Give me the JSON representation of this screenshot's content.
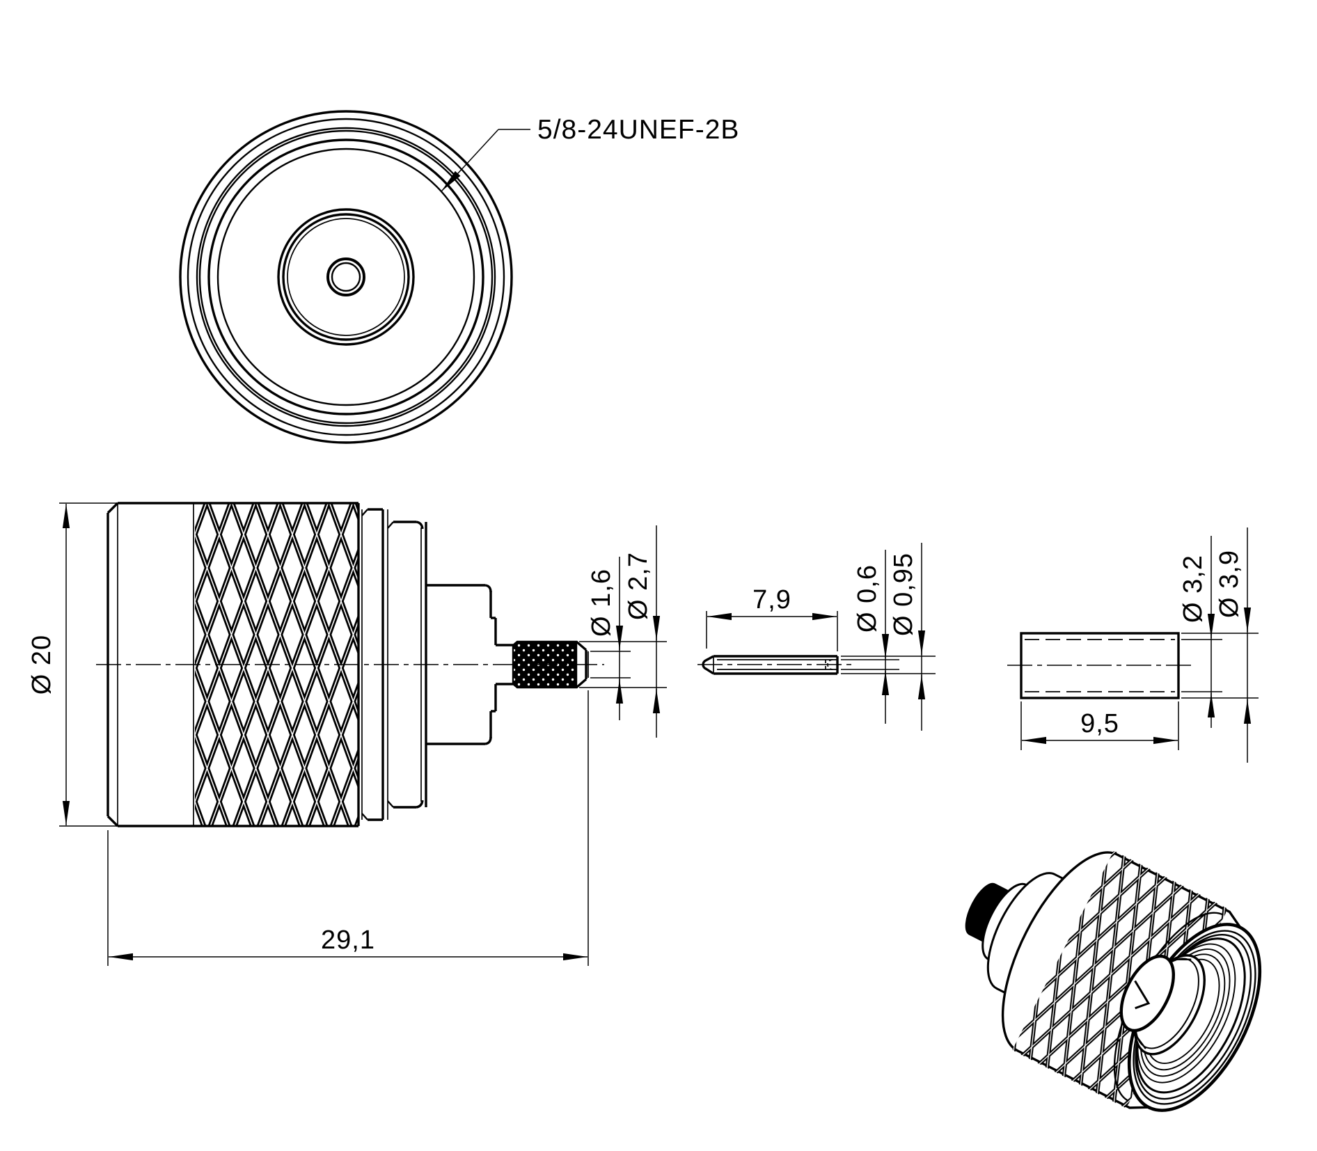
{
  "page": {
    "background": "#ffffff",
    "ink": "#000000",
    "type": "technical-drawing"
  },
  "views": {
    "front": {
      "thread_label": "5/8-24UNEF-2B"
    },
    "side": {
      "body_diameter": "Ø 20",
      "body_length": "29,1",
      "rear_bore_diameter": "Ø 1,6",
      "crimp_knurl_diameter": "Ø 2,7"
    },
    "contact_pin": {
      "length": "7,9",
      "tail_diameter": "Ø 0,6",
      "body_diameter": "Ø 0,95"
    },
    "crimp_ferrule": {
      "inner_diameter": "Ø 3,2",
      "outer_diameter": "Ø 3,9",
      "length": "9,5"
    }
  }
}
